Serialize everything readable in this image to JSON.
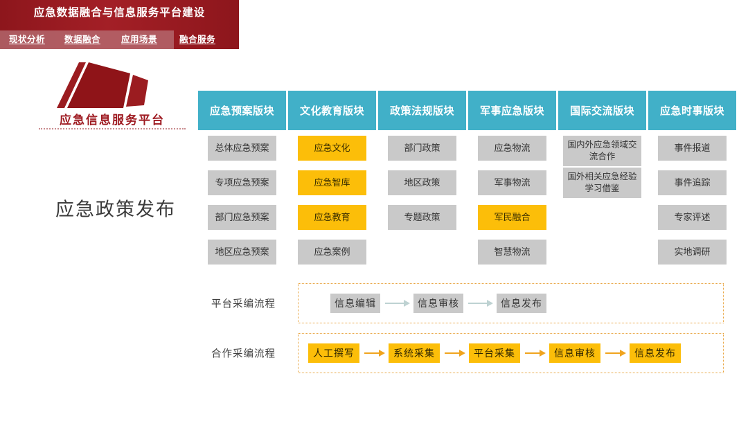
{
  "banner": {
    "title": "应急数据融合与信息服务平台建设",
    "nav": [
      {
        "label": "现状分析"
      },
      {
        "label": "数据融合"
      },
      {
        "label": "应用场景"
      },
      {
        "label": "融合服务"
      }
    ]
  },
  "logo": {
    "icon": "polygon-mark-icon",
    "text": "应急信息服务平台"
  },
  "page": {
    "heading": "应急政策发布"
  },
  "colors": {
    "banner_red": "#9e1b22",
    "nav_highlight": "#b8757a",
    "header_teal": "#41b0c8",
    "cell_gray": "#c9c9c9",
    "cell_yellow": "#fcbe09",
    "arrow_gray": "#bed2d2",
    "arrow_orange": "#f0a41e",
    "dotted_border": "#e8a33d"
  },
  "matrix": {
    "columns": [
      {
        "header": "应急预案版块",
        "cells": [
          {
            "label": "总体应急预案",
            "highlight": false
          },
          {
            "label": "专项应急预案",
            "highlight": false
          },
          {
            "label": "部门应急预案",
            "highlight": false
          },
          {
            "label": "地区应急预案",
            "highlight": false
          }
        ]
      },
      {
        "header": "文化教育版块",
        "cells": [
          {
            "label": "应急文化",
            "highlight": true
          },
          {
            "label": "应急智库",
            "highlight": true
          },
          {
            "label": "应急教育",
            "highlight": true
          },
          {
            "label": "应急案例",
            "highlight": false
          }
        ]
      },
      {
        "header": "政策法规版块",
        "cells": [
          {
            "label": "部门政策",
            "highlight": false
          },
          {
            "label": "地区政策",
            "highlight": false
          },
          {
            "label": "专题政策",
            "highlight": false
          }
        ]
      },
      {
        "header": "军事应急版块",
        "cells": [
          {
            "label": "应急物流",
            "highlight": false
          },
          {
            "label": "军事物流",
            "highlight": false
          },
          {
            "label": "军民融合",
            "highlight": true
          },
          {
            "label": "智慧物流",
            "highlight": false
          }
        ]
      },
      {
        "header": "国际交流版块",
        "cells": [
          {
            "label": "国内外应急领域交流合作",
            "highlight": false,
            "tall": true
          },
          {
            "label": "国外相关应急经验学习借鉴",
            "highlight": false,
            "tall": true
          }
        ]
      },
      {
        "header": "应急时事版块",
        "cells": [
          {
            "label": "事件报道",
            "highlight": false
          },
          {
            "label": "事件追踪",
            "highlight": false
          },
          {
            "label": "专家评述",
            "highlight": false
          },
          {
            "label": "实地调研",
            "highlight": false
          }
        ]
      }
    ]
  },
  "flows": [
    {
      "label": "平台采编流程",
      "style": "gray",
      "nodes": [
        "信息编辑",
        "信息审核",
        "信息发布"
      ]
    },
    {
      "label": "合作采编流程",
      "style": "yellow",
      "nodes": [
        "人工撰写",
        "系统采集",
        "平台采集",
        "信息审核",
        "信息发布"
      ]
    }
  ]
}
